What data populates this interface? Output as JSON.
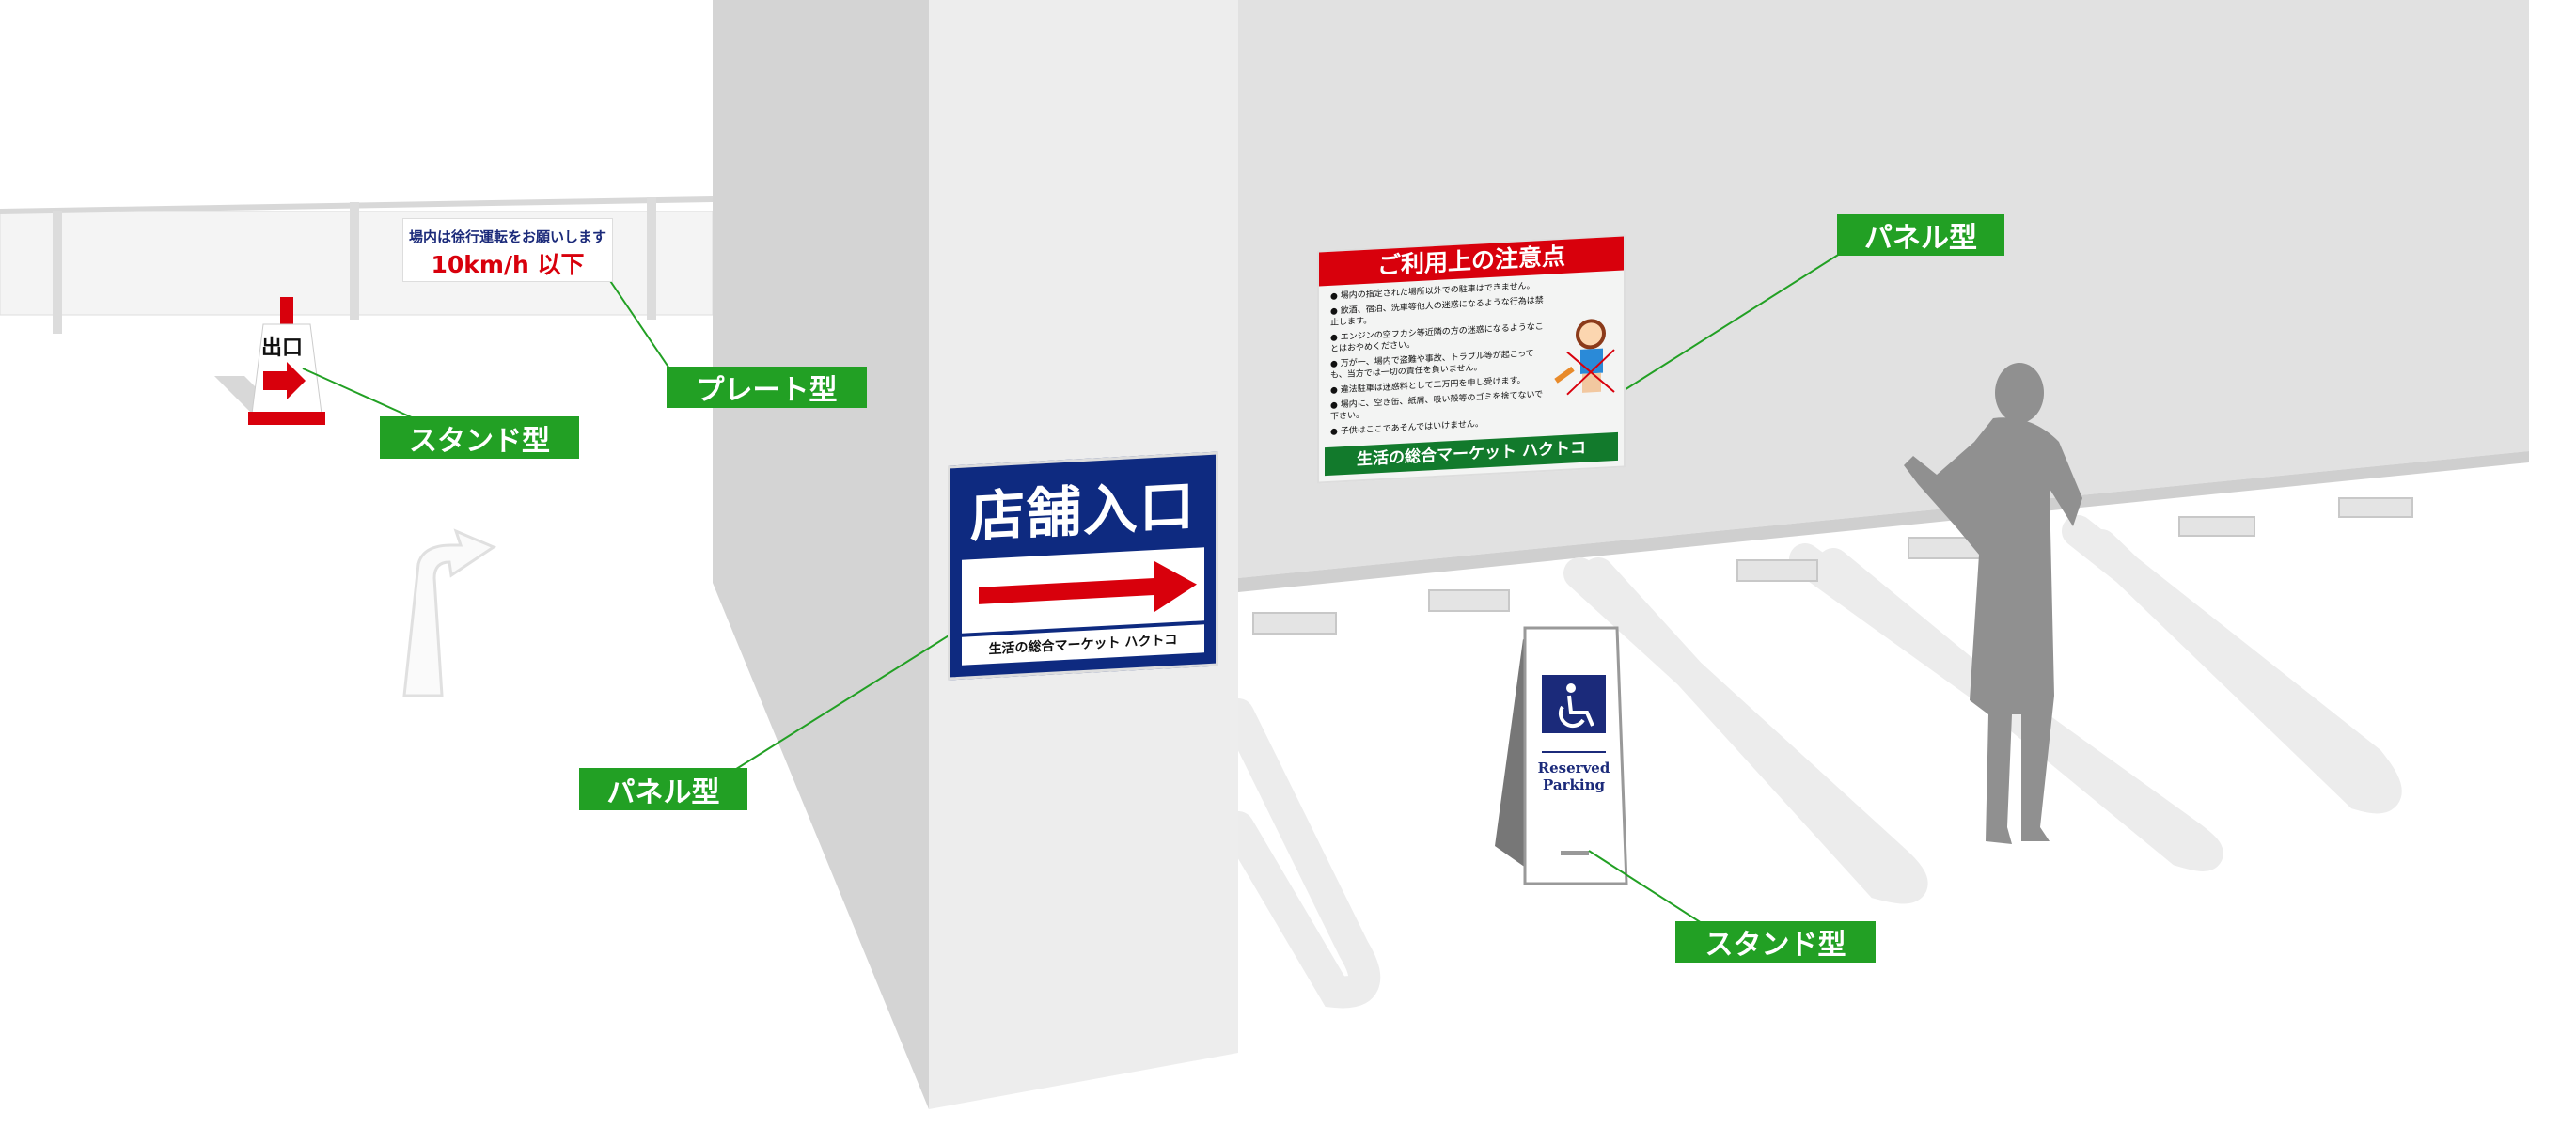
{
  "plate_sign": {
    "line1": "場内は徐行運転をお願いします",
    "line2": "10km/h 以下"
  },
  "cone_sign": {
    "text": "出口"
  },
  "store_sign": {
    "title": "店舗入口",
    "footer": "生活の総合マーケット ハクトコ"
  },
  "notice_panel": {
    "title": "ご利用上の注意点",
    "items": [
      "場内の指定された場所以外での駐車はできません。",
      "飲酒、宿泊、洗車等他人の迷惑になるような行為は禁止します。",
      "エンジンの空フカシ等近隣の方の迷惑になるようなことはおやめください。",
      "万が一、場内で盗難や事故、トラブル等が起こっても、当方では一切の責任を負いません。",
      "違法駐車は迷惑料として二万円を申し受けます。",
      "場内に、空き缶、紙屑、吸い殻等のゴミを捨てないで下さい。",
      "子供はここであそんではいけません。"
    ],
    "footer": "生活の総合マーケット ハクトコ"
  },
  "aframe_sign": {
    "line1": "Reserved",
    "line2": "Parking",
    "icon": "wheelchair-icon"
  },
  "labels": {
    "stand_left": "スタンド型",
    "plate": "プレート型",
    "panel_right": "パネル型",
    "panel_left": "パネル型",
    "stand_right": "スタンド型"
  },
  "colors": {
    "label_green": "#22a024",
    "sign_red": "#d8000c",
    "sign_navy": "#0e2a80",
    "footer_green": "#127a2c"
  }
}
